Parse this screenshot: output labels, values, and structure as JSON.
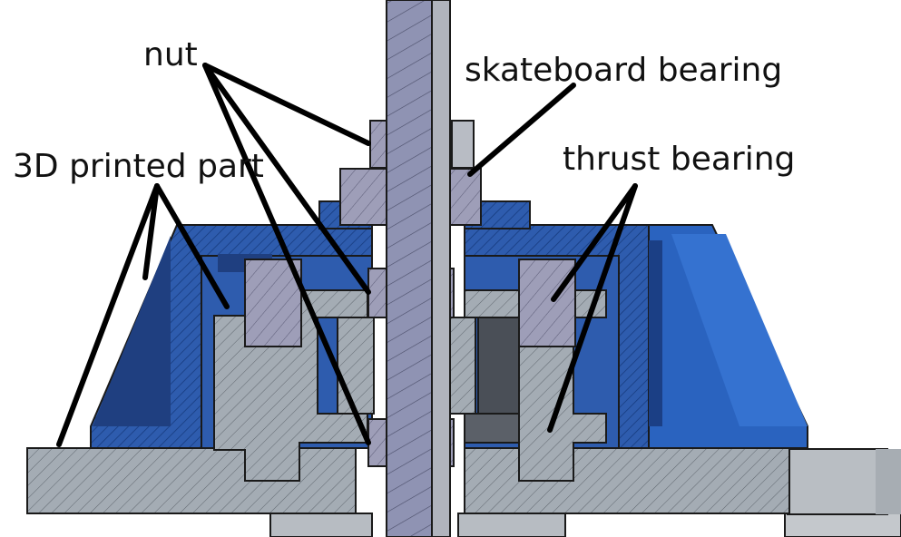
{
  "labels": {
    "nut": "nut",
    "skateboard_bearing": "skateboard bearing",
    "printed_part": "3D printed part",
    "thrust_bearing": "thrust bearing"
  },
  "colors": {
    "printed_part_blue": "#2e5cae",
    "printed_part_dark": "#1f3f80",
    "steel_gray": "#a4acb4",
    "bearing_gray": "#9e9eb8",
    "shaft_gray": "#8f93b3",
    "leader_line": "#000000"
  }
}
